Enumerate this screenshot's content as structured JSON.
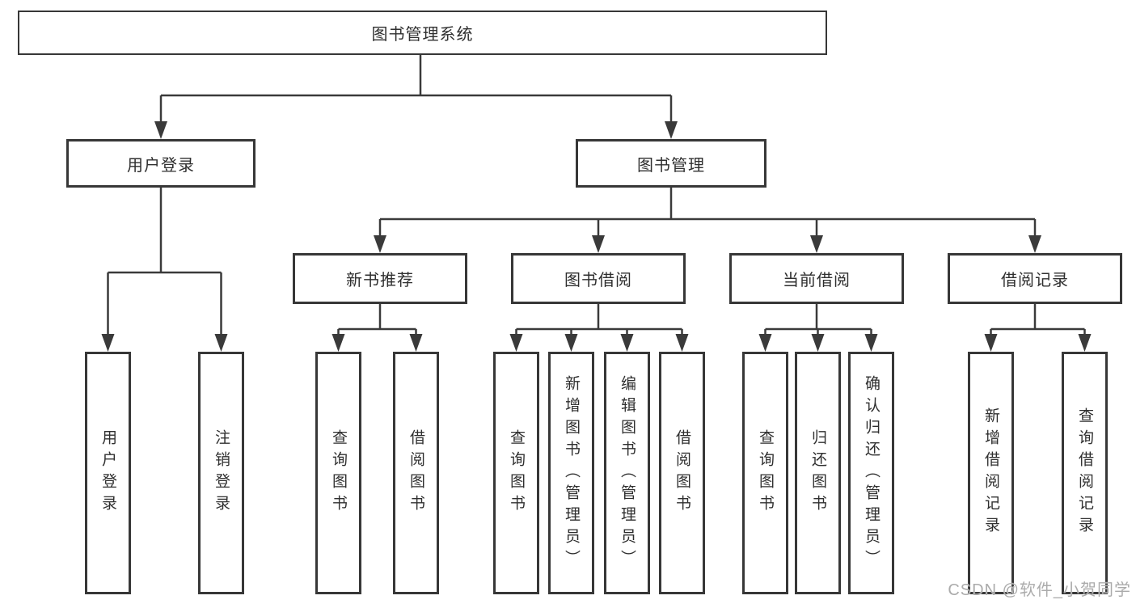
{
  "diagram": {
    "title_node": "图书管理系统",
    "root": {
      "label": "图书管理系统"
    },
    "branches": [
      {
        "label": "用户登录",
        "children": [
          {
            "label": "用户登录"
          },
          {
            "label": "注销登录"
          }
        ]
      },
      {
        "label": "图书管理",
        "groups": [
          {
            "label": "新书推荐",
            "children": [
              {
                "label": "查询图书"
              },
              {
                "label": "借阅图书"
              }
            ]
          },
          {
            "label": "图书借阅",
            "children": [
              {
                "label": "查询图书"
              },
              {
                "label": "新增图书（管理员）"
              },
              {
                "label": "编辑图书（管理员）"
              },
              {
                "label": "借阅图书"
              }
            ]
          },
          {
            "label": "当前借阅",
            "children": [
              {
                "label": "查询图书"
              },
              {
                "label": "归还图书"
              },
              {
                "label": "确认归还（管理员）"
              }
            ]
          },
          {
            "label": "借阅记录",
            "children": [
              {
                "label": "新增借阅记录"
              },
              {
                "label": "查询借阅记录"
              }
            ]
          }
        ]
      }
    ]
  },
  "watermark": {
    "text": "CSDN @软件_小贺同学"
  },
  "colors": {
    "line": "#3a3a3a",
    "box_border": "#373737",
    "box_fill": "#ffffff",
    "text": "#2f2f2f",
    "watermark_text": "#ababab",
    "background": "#ffffff"
  }
}
